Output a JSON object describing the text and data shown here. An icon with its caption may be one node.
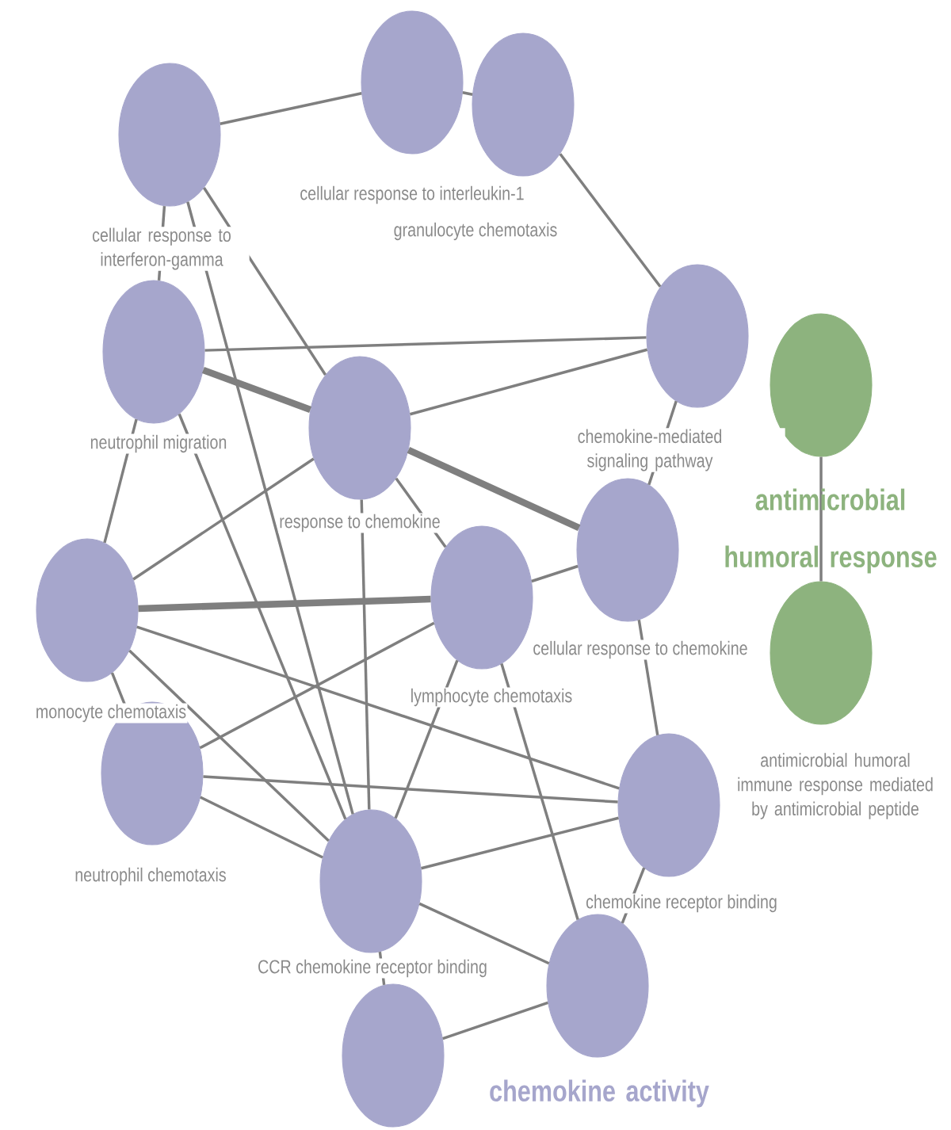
{
  "diagram": {
    "nodes": [
      {
        "text": [
          "cellular response to interleukin-1"
        ]
      },
      {
        "text": [
          "granulocyte chemotaxis"
        ]
      },
      {
        "text": [
          "cellular response to interferon-gamma"
        ]
      },
      {
        "text": [
          "neutrophil migration"
        ]
      },
      {
        "text": [
          "chemokine-mediated signaling pathway"
        ]
      },
      {
        "text": [
          "response to chemokine"
        ]
      },
      {
        "text": [
          "cellular response to chemokine"
        ]
      },
      {
        "text": [
          "monocyte chemotaxis"
        ]
      },
      {
        "text": [
          "lymphocyte chemotaxis"
        ]
      },
      {
        "text": [
          "neutrophil chemotaxis"
        ]
      },
      {
        "text": [
          "chemokine receptor binding"
        ]
      },
      {
        "text": [
          "CCR chemokine receptor binding"
        ]
      },
      {
        "text": [],
        "shape": "circle"
      },
      {
        "text": [],
        "shape": "circle"
      },
      {
        "text": [],
        "shape": "circle"
      },
      {
        "text": [
          "antimicrobial humoral immune response mediated by antimicrobial peptide"
        ]
      }
    ],
    "edges": [
      {
        "from": 0,
        "to": 1,
        "arrow": "none"
      },
      {
        "from": 0,
        "to": 2,
        "arrow": "none"
      },
      {
        "from": 1,
        "to": 4,
        "arrow": "none"
      },
      {
        "from": 2,
        "to": 3,
        "arrow": "none"
      },
      {
        "from": 2,
        "to": 5,
        "arrow": "none"
      },
      {
        "from": 2,
        "to": 11,
        "arrow": "none"
      },
      {
        "from": 3,
        "to": 4,
        "arrow": "none"
      },
      {
        "from": 3,
        "to": 5,
        "arrow": "none",
        "style": "thick"
      },
      {
        "from": 3,
        "to": 7,
        "arrow": "none"
      },
      {
        "from": 3,
        "to": 11,
        "arrow": "none"
      },
      {
        "from": 4,
        "to": 5,
        "arrow": "none"
      },
      {
        "from": 4,
        "to": 6,
        "arrow": "none"
      },
      {
        "from": 5,
        "to": 6,
        "arrow": "none",
        "style": "thick"
      },
      {
        "from": 5,
        "to": 7,
        "arrow": "none"
      },
      {
        "from": 5,
        "to": 8,
        "arrow": "none"
      },
      {
        "from": 5,
        "to": 11,
        "arrow": "none"
      },
      {
        "from": 6,
        "to": 8,
        "arrow": "none"
      },
      {
        "from": 6,
        "to": 10,
        "arrow": "none"
      },
      {
        "from": 7,
        "to": 8,
        "arrow": "none",
        "style": "thick"
      },
      {
        "from": 7,
        "to": 9,
        "arrow": "none"
      },
      {
        "from": 7,
        "to": 10,
        "arrow": "none"
      },
      {
        "from": 7,
        "to": 11,
        "arrow": "none"
      },
      {
        "from": 8,
        "to": 9,
        "arrow": "none"
      },
      {
        "from": 8,
        "to": 11,
        "arrow": "none"
      },
      {
        "from": 8,
        "to": 13,
        "arrow": "none"
      },
      {
        "from": 9,
        "to": 10,
        "arrow": "none"
      },
      {
        "from": 9,
        "to": 11,
        "arrow": "none"
      },
      {
        "from": 10,
        "to": 11,
        "arrow": "none"
      },
      {
        "from": 10,
        "to": 13,
        "arrow": "none"
      },
      {
        "from": 11,
        "to": 12,
        "arrow": "none"
      },
      {
        "from": 11,
        "to": 13,
        "arrow": "none"
      },
      {
        "from": 12,
        "to": 13,
        "arrow": "none"
      },
      {
        "from": 14,
        "to": 15,
        "arrow": "none"
      }
    ],
    "labels": [
      "antimicrobial humoral response",
      "chemokine activity"
    ]
  }
}
